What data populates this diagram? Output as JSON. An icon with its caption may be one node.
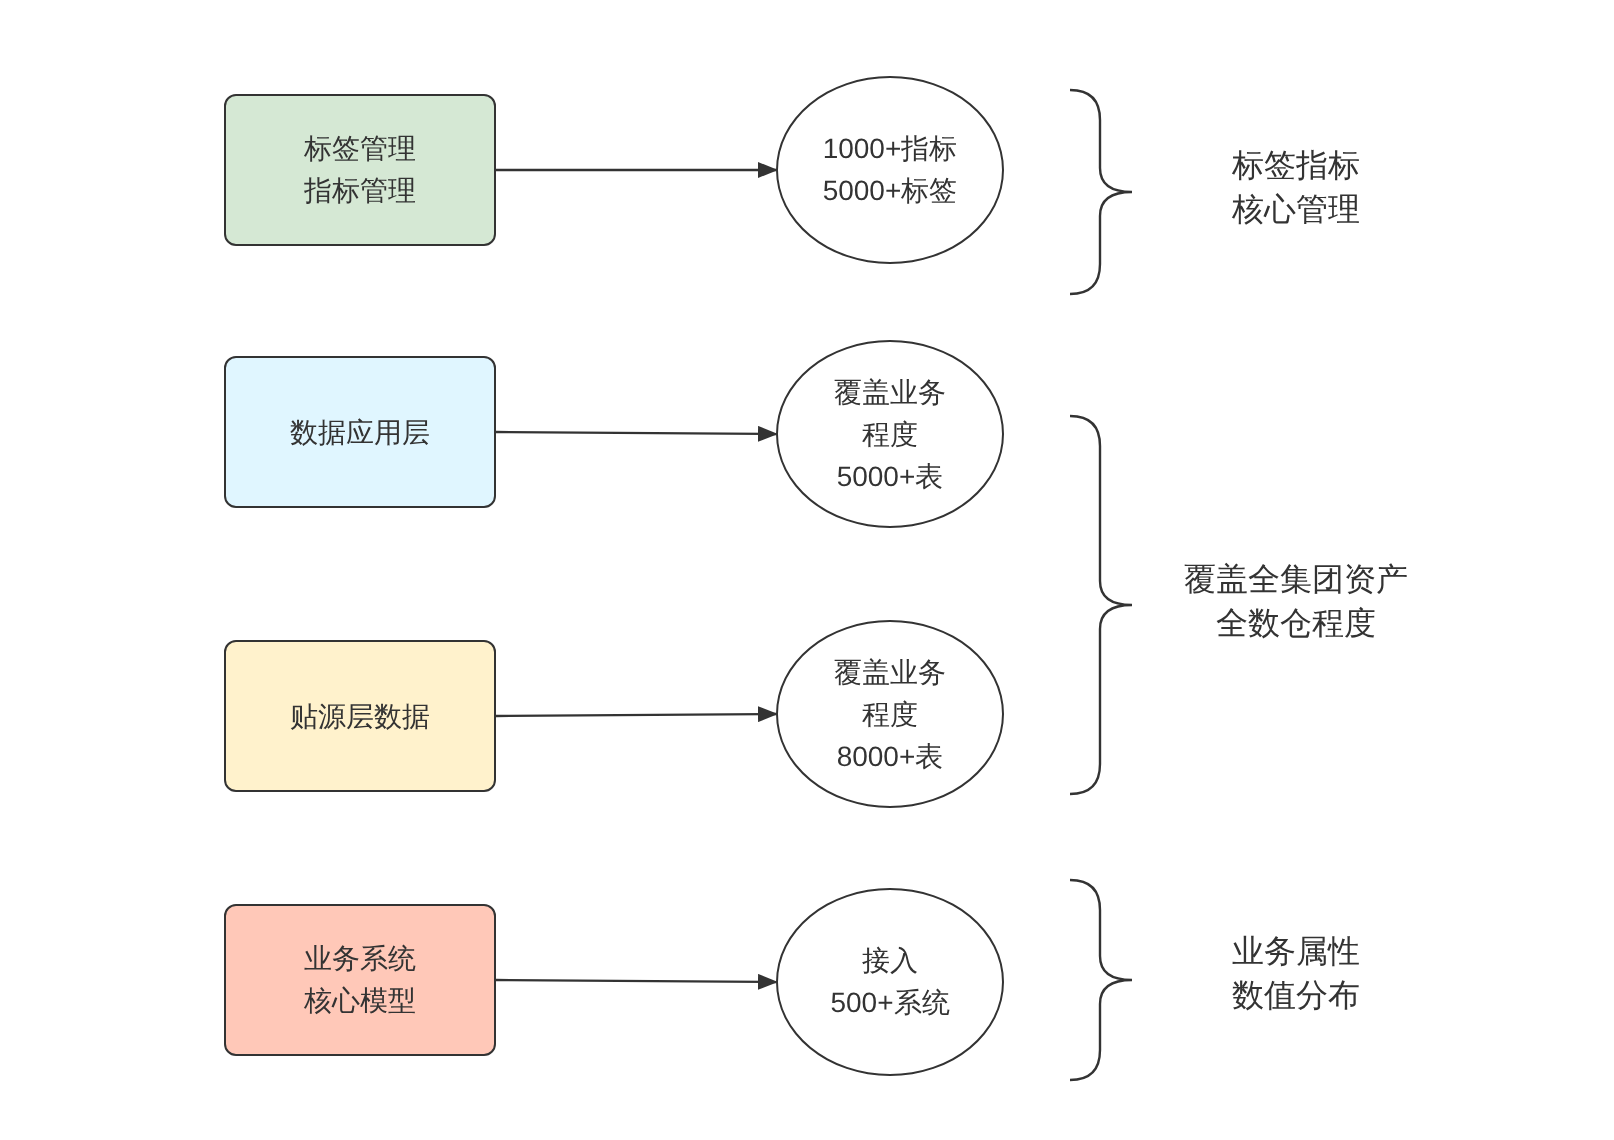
{
  "diagram": {
    "nodes": [
      {
        "text": [
          "标签管理指标管理"
        ]
      },
      {
        "text": [
          "1000+指标 5000+标签"
        ]
      },
      {
        "text": [
          "数据应用层"
        ]
      },
      {
        "text": [
          "覆盖业务程度 5000+表"
        ]
      },
      {
        "text": [
          "贴源层数据"
        ]
      },
      {
        "text": [
          "覆盖业务程度 8000+表"
        ]
      },
      {
        "text": [
          "业务系统核心模型"
        ]
      },
      {
        "text": [
          "接入 500+系统"
        ]
      }
    ],
    "edges": [
      {
        "from": 0,
        "to": 1,
        "arrow": "to"
      },
      {
        "from": 2,
        "to": 3,
        "arrow": "to"
      },
      {
        "from": 4,
        "to": 5,
        "arrow": "to"
      },
      {
        "from": 6,
        "to": 7,
        "arrow": "to"
      }
    ],
    "labels": [
      "标签指标核心管理",
      "覆盖全集团资产全数仓程度",
      "业务属性数值分布"
    ]
  }
}
